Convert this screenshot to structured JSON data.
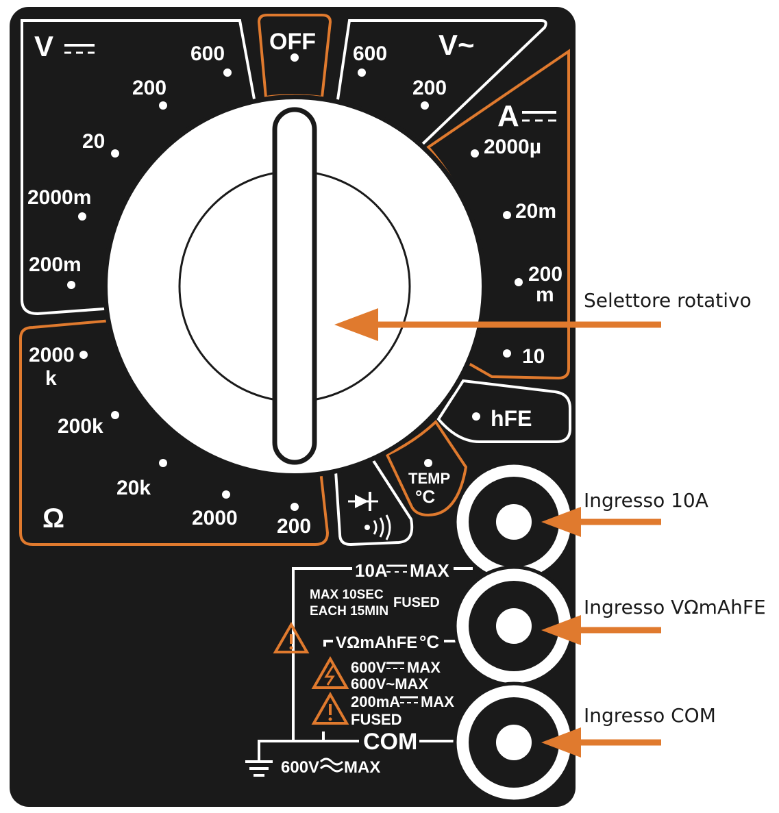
{
  "colors": {
    "panel": "#1a1a1a",
    "accent": "#e07a2e",
    "line": "#ffffff",
    "text_dark": "#1a1a1a"
  },
  "dial": {
    "off": "OFF",
    "dcv": {
      "symbol": "V",
      "ranges": [
        "600",
        "200",
        "20",
        "2000m",
        "200m"
      ]
    },
    "acv": {
      "symbol": "V~",
      "ranges": [
        "600",
        "200"
      ]
    },
    "dca": {
      "symbol": "A",
      "ranges": [
        "2000µ",
        "20m",
        "200",
        "m",
        "10"
      ]
    },
    "hfe": "hFE",
    "temp": {
      "top": "TEMP",
      "bottom": "°C"
    },
    "ohm": {
      "symbol": "Ω",
      "ranges": [
        "2000",
        "k",
        "200k",
        "20k",
        "2000",
        "200"
      ]
    },
    "diode_icon": "diode-buzzer-icon"
  },
  "terminals": {
    "label_10a": "10A",
    "label_10a_max": "MAX",
    "warn_time_1": "MAX 10SEC",
    "warn_time_2": "EACH 15MIN",
    "fused": "FUSED",
    "label_vohm": "VΩmAhFE",
    "label_vohm_unit": "°C",
    "limit_v_dc": "600V",
    "limit_v_dc_max": "MAX",
    "limit_v_ac": "600V~MAX",
    "limit_ma": "200mA",
    "limit_ma_max": "MAX",
    "fused_2": "FUSED",
    "label_com": "COM",
    "ground_limit": "600V",
    "ground_limit_max": "MAX"
  },
  "annotations": {
    "selector": "Selettore rotativo",
    "input_10a": "Ingresso 10A",
    "input_vohm": "Ingresso VΩmAhFE",
    "input_com": "Ingresso COM"
  }
}
